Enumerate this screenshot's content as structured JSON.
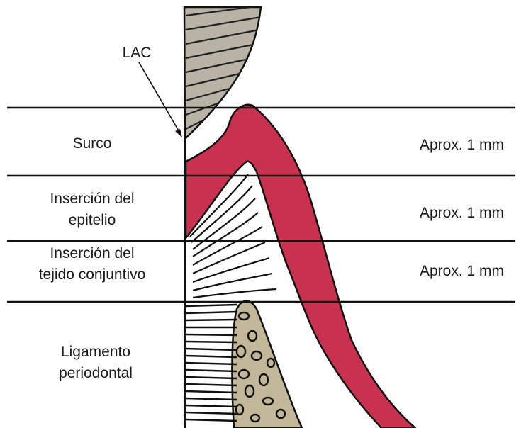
{
  "labels": {
    "lac": "LAC",
    "surco": "Surco",
    "insercion_epitelio_1": "Inserción del",
    "insercion_epitelio_2": "epitelio",
    "insercion_conjuntivo_1": "Inserción del",
    "insercion_conjuntivo_2": "tejido conjuntivo",
    "ligamento_1": "Ligamento",
    "ligamento_2": "periodontal"
  },
  "measurements": {
    "surco": "Aprox. 1 mm",
    "epitelio": "Aprox. 1 mm",
    "conjuntivo": "Aprox. 1 mm"
  },
  "colors": {
    "gingiva": "#c8324e",
    "enamel": "#b9b3a6",
    "bone": "#c3b79a",
    "ink": "#111111"
  }
}
